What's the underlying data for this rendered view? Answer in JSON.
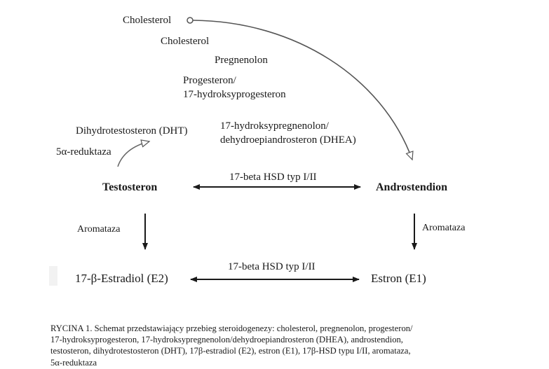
{
  "diagram": {
    "labels": {
      "cholesterol_start": "Cholesterol",
      "cholesterol": "Cholesterol",
      "pregnenolon": "Pregnenolon",
      "progesteron_line1": "Progesteron/",
      "progesteron_line2": "17-hydroksyprogesteron",
      "hydroxypregnenolon_line1": "17-hydroksypregnenolon/",
      "hydroxypregnenolon_line2": "dehydroepiandrosteron (DHEA)",
      "dht": "Dihydrotestosteron (DHT)",
      "reduktaza": "5α-reduktaza",
      "testosteron": "Testosteron",
      "androstendion": "Androstendion",
      "hsd_top": "17-beta HSD typ I/II",
      "aromataza_left": "Aromataza",
      "aromataza_right": "Aromataza",
      "estradiol": "17-β-Estradiol (E2)",
      "hsd_bottom": "17-beta HSD typ I/II",
      "estron": "Estron (E1)"
    }
  },
  "caption": {
    "line1": "RYCINA 1. Schemat przedstawiający przebieg steroidogenezy: cholesterol, pregnenolon, progesteron/",
    "line2": "17-hydroksyprogesteron, 17-hydroksypregnenolon/dehydroepiandrosteron (DHEA), androstendion,",
    "line3": "testosteron,  dihydrotestosteron (DHT), 17β-estradiol (E2), estron (E1), 17β-HSD typu I/II, aromataza,",
    "line4": "5α-reduktaza"
  },
  "colors": {
    "arrow": "#1a1a1a",
    "curve": "#555555"
  }
}
